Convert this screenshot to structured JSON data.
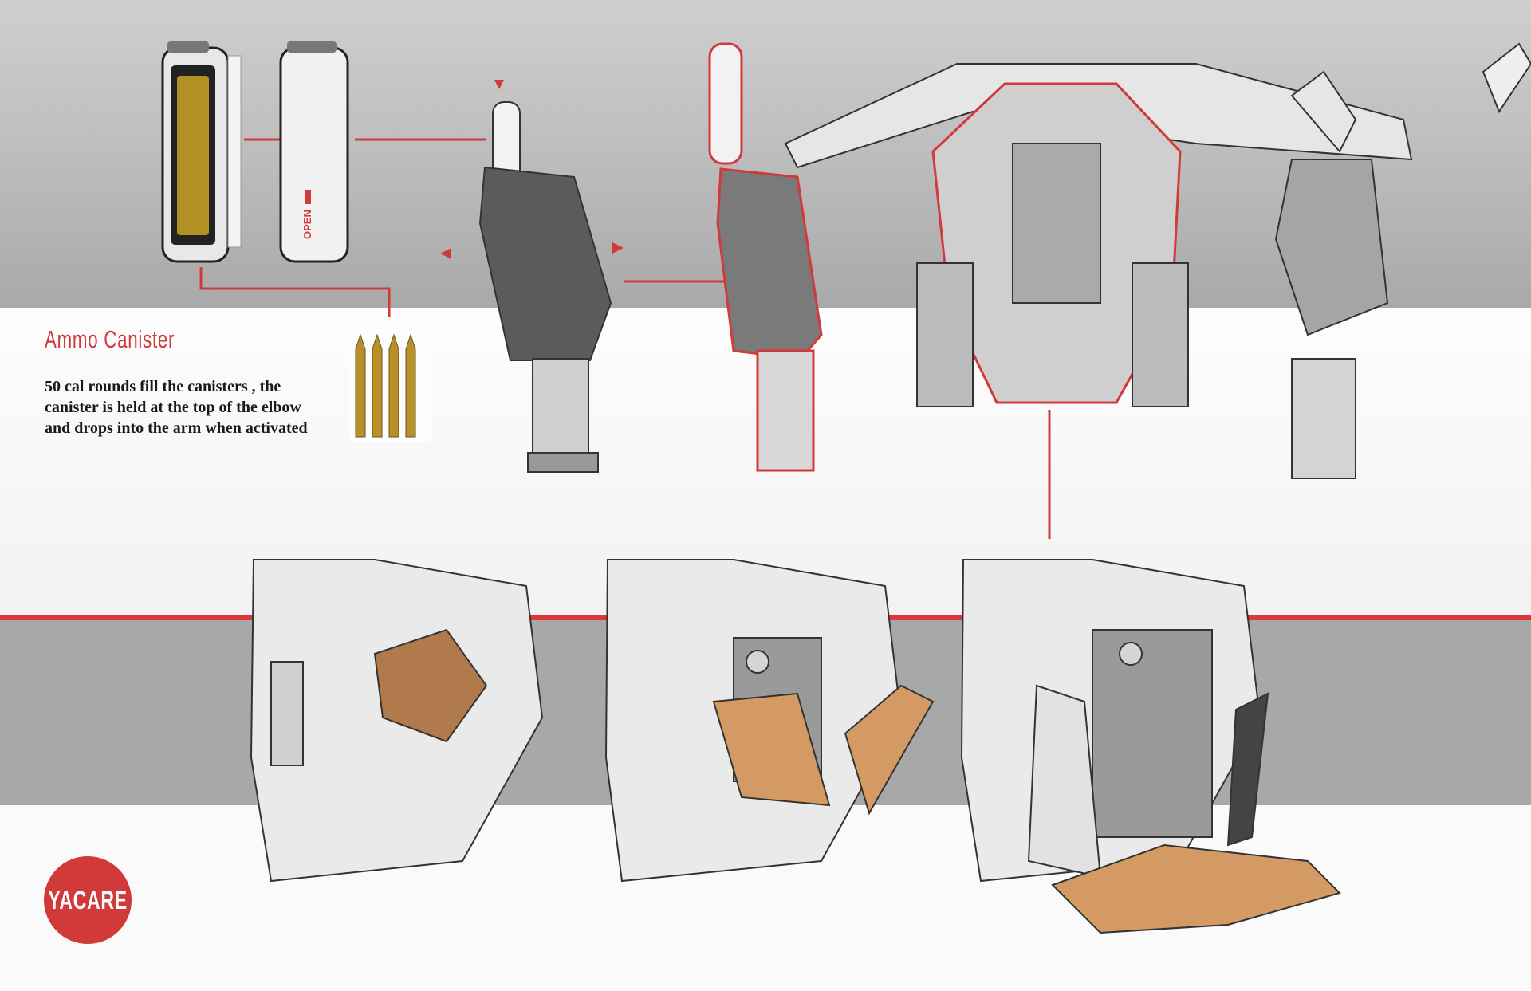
{
  "ammo_section": {
    "title": "Ammo Canister",
    "body_lines": [
      "50 cal rounds fill the canisters , the",
      "canister is held at the top of the elbow",
      "and drops into the arm when activated"
    ]
  },
  "canister_label": "OPEN",
  "logo": "YACARE",
  "colors": {
    "accent": "#d23a3a",
    "band_gray": "#a8a8a8",
    "background": "#fafafa"
  }
}
